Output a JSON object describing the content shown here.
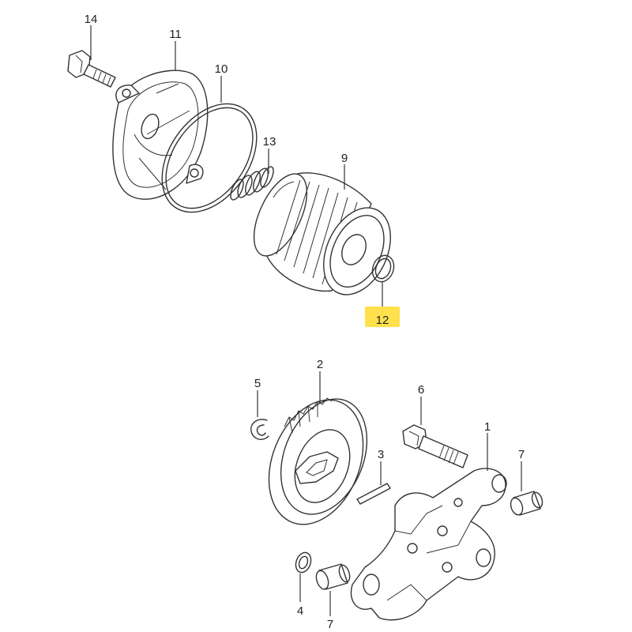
{
  "callouts": {
    "c14": "14",
    "c11": "11",
    "c10": "10",
    "c13": "13",
    "c9": "9",
    "c12": "12",
    "c2": "2",
    "c5": "5",
    "c6": "6",
    "c1": "1",
    "c3": "3",
    "c7a": "7",
    "c7b": "7",
    "c4": "4"
  },
  "colors": {
    "highlight": "#ffe14d",
    "line": "#333333",
    "background": "#ffffff"
  }
}
